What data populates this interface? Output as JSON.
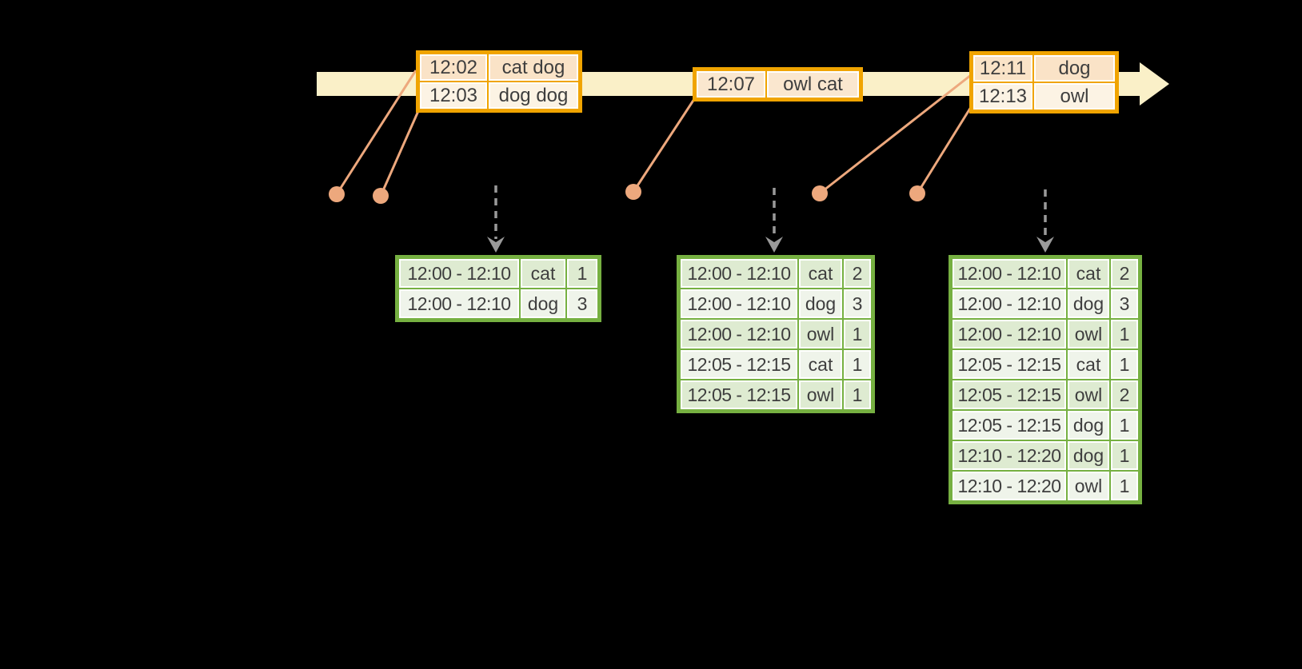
{
  "colors": {
    "background": "#000000",
    "band": "#FAF0C8",
    "gold": "#F0A400",
    "peach": "#FAE3C7",
    "cream": "#FCF3E4",
    "peach_mid": "#FAE7CF",
    "salmon": "#EDA87D",
    "arrow_gray": "#9A9A9A",
    "green": "#76B041",
    "green_dark": "#DEEBD1",
    "green_light": "#EFF4EA",
    "text": "#3E3E3E"
  },
  "event_tables": [
    {
      "rows": [
        {
          "time": "12:02",
          "words": "cat dog"
        },
        {
          "time": "12:03",
          "words": "dog dog"
        }
      ]
    },
    {
      "rows": [
        {
          "time": "12:07",
          "words": "owl cat"
        }
      ]
    },
    {
      "rows": [
        {
          "time": "12:11",
          "words": "dog"
        },
        {
          "time": "12:13",
          "words": "owl"
        }
      ]
    }
  ],
  "result_tables": [
    {
      "rows": [
        {
          "window": "12:00 - 12:10",
          "word": "cat",
          "count": "1"
        },
        {
          "window": "12:00 - 12:10",
          "word": "dog",
          "count": "3"
        }
      ]
    },
    {
      "rows": [
        {
          "window": "12:00 - 12:10",
          "word": "cat",
          "count": "2"
        },
        {
          "window": "12:00 - 12:10",
          "word": "dog",
          "count": "3"
        },
        {
          "window": "12:00 - 12:10",
          "word": "owl",
          "count": "1"
        },
        {
          "window": "12:05 - 12:15",
          "word": "cat",
          "count": "1"
        },
        {
          "window": "12:05 - 12:15",
          "word": "owl",
          "count": "1"
        }
      ]
    },
    {
      "rows": [
        {
          "window": "12:00 - 12:10",
          "word": "cat",
          "count": "2"
        },
        {
          "window": "12:00 - 12:10",
          "word": "dog",
          "count": "3"
        },
        {
          "window": "12:00 - 12:10",
          "word": "owl",
          "count": "1"
        },
        {
          "window": "12:05 - 12:15",
          "word": "cat",
          "count": "1"
        },
        {
          "window": "12:05 - 12:15",
          "word": "owl",
          "count": "2"
        },
        {
          "window": "12:05 - 12:15",
          "word": "dog",
          "count": "1"
        },
        {
          "window": "12:10 - 12:20",
          "word": "dog",
          "count": "1"
        },
        {
          "window": "12:10 - 12:20",
          "word": "owl",
          "count": "1"
        }
      ]
    }
  ]
}
